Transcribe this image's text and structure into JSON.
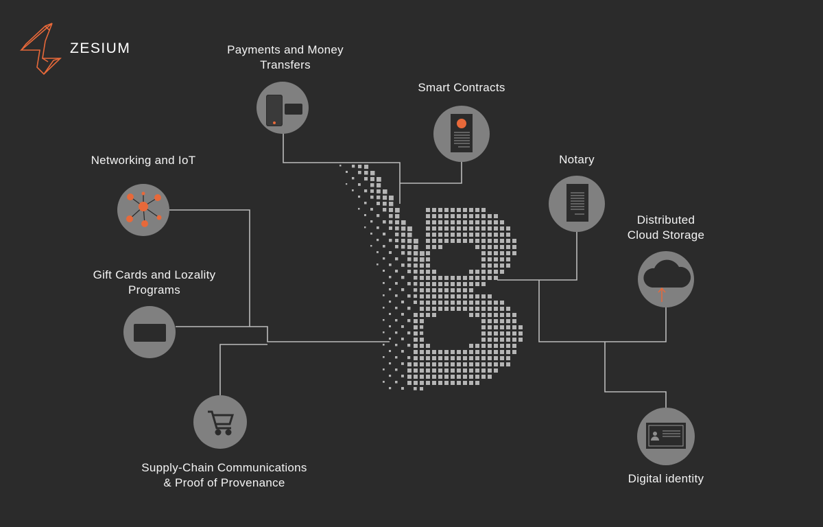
{
  "brand": {
    "name": "ZESIUM",
    "logo_icon": "zesium-bolt-logo-icon",
    "accent": "#e8693a"
  },
  "colors": {
    "background": "#2b2b2b",
    "circle": "#808080",
    "connector": "#bcbcbc",
    "accent": "#e8693a",
    "dot": "#b5b5b5"
  },
  "center": {
    "icon": "bitcoin-b-dotted-icon"
  },
  "nodes": [
    {
      "id": "payments",
      "icon": "phone-payment-icon",
      "lines": [
        "Payments and Money",
        "Transfers"
      ]
    },
    {
      "id": "smart",
      "icon": "contract-document-icon",
      "lines": [
        "Smart Contracts"
      ]
    },
    {
      "id": "notary",
      "icon": "notary-document-icon",
      "lines": [
        "Notary"
      ]
    },
    {
      "id": "networking",
      "icon": "network-nodes-icon",
      "lines": [
        "Networking and IoT"
      ]
    },
    {
      "id": "giftcards",
      "icon": "gift-card-icon",
      "lines": [
        "Gift Cards and Lozality",
        "Programs"
      ]
    },
    {
      "id": "cloud",
      "icon": "cloud-upload-icon",
      "lines": [
        "Distributed",
        "Cloud Storage"
      ]
    },
    {
      "id": "supply",
      "icon": "shopping-cart-icon",
      "lines": [
        "Supply-Chain Communications",
        "& Proof of Provenance"
      ]
    },
    {
      "id": "identity",
      "icon": "id-card-icon",
      "lines": [
        "Digital identity"
      ]
    }
  ]
}
